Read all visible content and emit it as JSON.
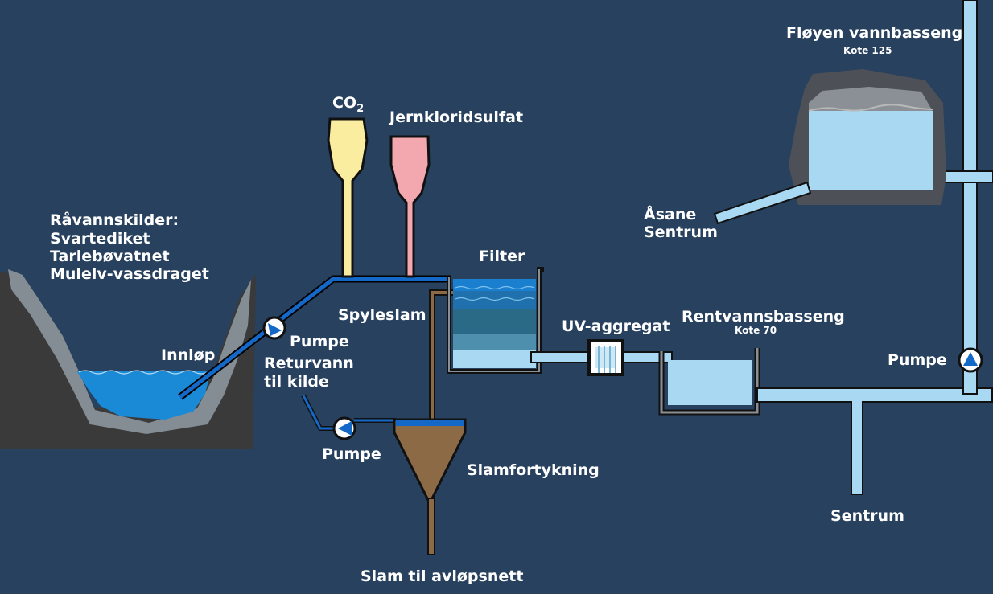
{
  "labels": {
    "sources_heading": "Råvannskilder:",
    "sources": [
      "Svartediket",
      "Tarlebøvatnet",
      "Mulelv-vassdraget"
    ],
    "inlet": "Innløp",
    "pump_main": "Pumpe",
    "return_water_line1": "Returvann",
    "return_water_line2": "til kilde",
    "pump_return": "Pumpe",
    "co2_prefix": "CO",
    "co2_subscript": "2",
    "iron_chloride": "Jernkloridsulfat",
    "filter": "Filter",
    "backwash_sludge": "Spyleslam",
    "sludge_thickening": "Slamfortykning",
    "sludge_to_sewer": "Slam til avløpsnett",
    "uv_unit": "UV-aggregat",
    "clean_water_basin": "Rentvannsbasseng",
    "clean_water_elevation": "Kote 70",
    "floyen_basin": "Fløyen vannbasseng",
    "floyen_elevation": "Kote 125",
    "asane_line1": "Åsane",
    "asane_line2": "Sentrum",
    "pump_right": "Pumpe",
    "sentrum": "Sentrum"
  },
  "colors": {
    "background": "#27415f",
    "pipe_clean": "#a9d9f2",
    "pipe_raw": "#1468c8",
    "sludge": "#8d6a46",
    "rock_dark": "#3a3a3a",
    "rock_light": "#858d94",
    "lake_water": "#1a8ad6",
    "co2_tank": "#fbeda0",
    "iron_tank": "#f2a8ae"
  }
}
